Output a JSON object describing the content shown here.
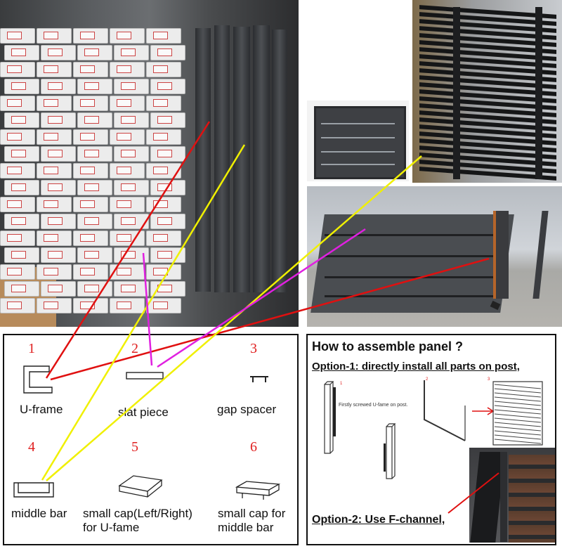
{
  "parts": [
    {
      "number": "1",
      "label": "U-frame"
    },
    {
      "number": "2",
      "label": "slat piece"
    },
    {
      "number": "3",
      "label": "gap spacer"
    },
    {
      "number": "4",
      "label": "middle bar"
    },
    {
      "number": "5",
      "label": "small cap(Left/Right)\nfor U-fame"
    },
    {
      "number": "6",
      "label": "small cap for\nmiddle bar"
    }
  ],
  "assembly": {
    "title": "How to assemble panel ?",
    "option1": "Option-1: directly install all parts on post,",
    "step_note": "Firstly screwed U-fame on post.",
    "step_numbers": [
      "1",
      "2",
      "3"
    ],
    "option2": "Option-2: Use F-channel,"
  },
  "colors": {
    "red": "#e01010",
    "yellow": "#f0f000",
    "magenta": "#e020e0",
    "label_red": "#e02020"
  }
}
